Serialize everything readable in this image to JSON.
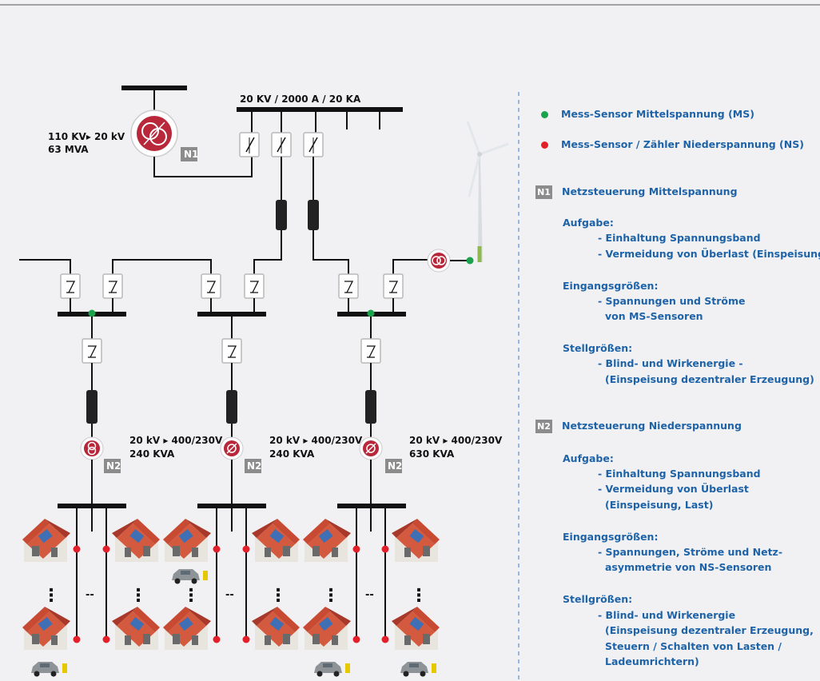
{
  "diagram": {
    "hv_transformer": {
      "line1": "110 KV▸ 20 kV",
      "line2": "63 MVA"
    },
    "busbar_label": "20 KV / 2000 A / 20 KA",
    "n1_badge": "N1",
    "transformers": [
      {
        "line1": "20 kV ▸ 400/230V",
        "line2": "240 KVA",
        "badge": "N2"
      },
      {
        "line1": "20 kV ▸ 400/230V",
        "line2": "240 KVA",
        "badge": "N2"
      },
      {
        "line1": "20 kV ▸ 400/230V",
        "line2": "630 KVA",
        "badge": "N2"
      }
    ],
    "ellipsis_v": "⋮",
    "ellipsis_h": "--"
  },
  "legend": {
    "ms_sensor": "Mess-Sensor Mittelspannung (MS)",
    "ns_sensor": "Mess-Sensor / Zähler Niederspannung (NS)",
    "colors": {
      "green": "#1aa34a",
      "red": "#e3202a",
      "blue": "#1e63a8"
    },
    "n1": {
      "badge": "N1",
      "title": "Netzsteuerung Mittelspannung",
      "aufgabe_label": "Aufgabe:",
      "aufgabe_items": [
        "- Einhaltung Spannungsband",
        "- Vermeidung von Überlast (Einspeisung)"
      ],
      "eingang_label": "Eingangsgrößen:",
      "eingang_lines": [
        "- Spannungen und Ströme",
        "von MS-Sensoren"
      ],
      "stell_label": "Stellgrößen:",
      "stell_lines": [
        "- Blind- und Wirkenergie -",
        "(Einspeisung dezentraler Erzeugung)"
      ]
    },
    "n2": {
      "badge": "N2",
      "title": "Netzsteuerung Niederspannung",
      "aufgabe_label": "Aufgabe:",
      "aufgabe_lines": [
        "- Einhaltung Spannungsband",
        "- Vermeidung von Überlast",
        "(Einspeisung, Last)"
      ],
      "eingang_label": "Eingangsgrößen:",
      "eingang_lines": [
        "- Spannungen, Ströme und Netz-",
        "asymmetrie von NS-Sensoren"
      ],
      "stell_label": "Stellgrößen:",
      "stell_lines": [
        "- Blind- und Wirkenergie",
        "(Einspeisung dezentraler Erzeugung,",
        "Steuern / Schalten von Lasten /",
        "Ladeumrichtern)"
      ]
    }
  }
}
